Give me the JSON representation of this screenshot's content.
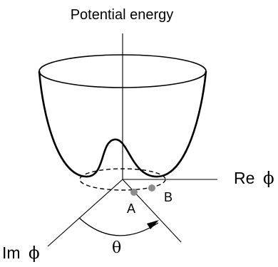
{
  "title": "Potential energy",
  "axes": {
    "re_label": "Re",
    "im_label": "Im",
    "phi_symbol": "ϕ"
  },
  "points": {
    "a_label": "A",
    "b_label": "B"
  },
  "angle": {
    "symbol": "θ"
  },
  "colors": {
    "ink": "#000000",
    "point": "#8c8c8c",
    "background": "#ffffff"
  }
}
